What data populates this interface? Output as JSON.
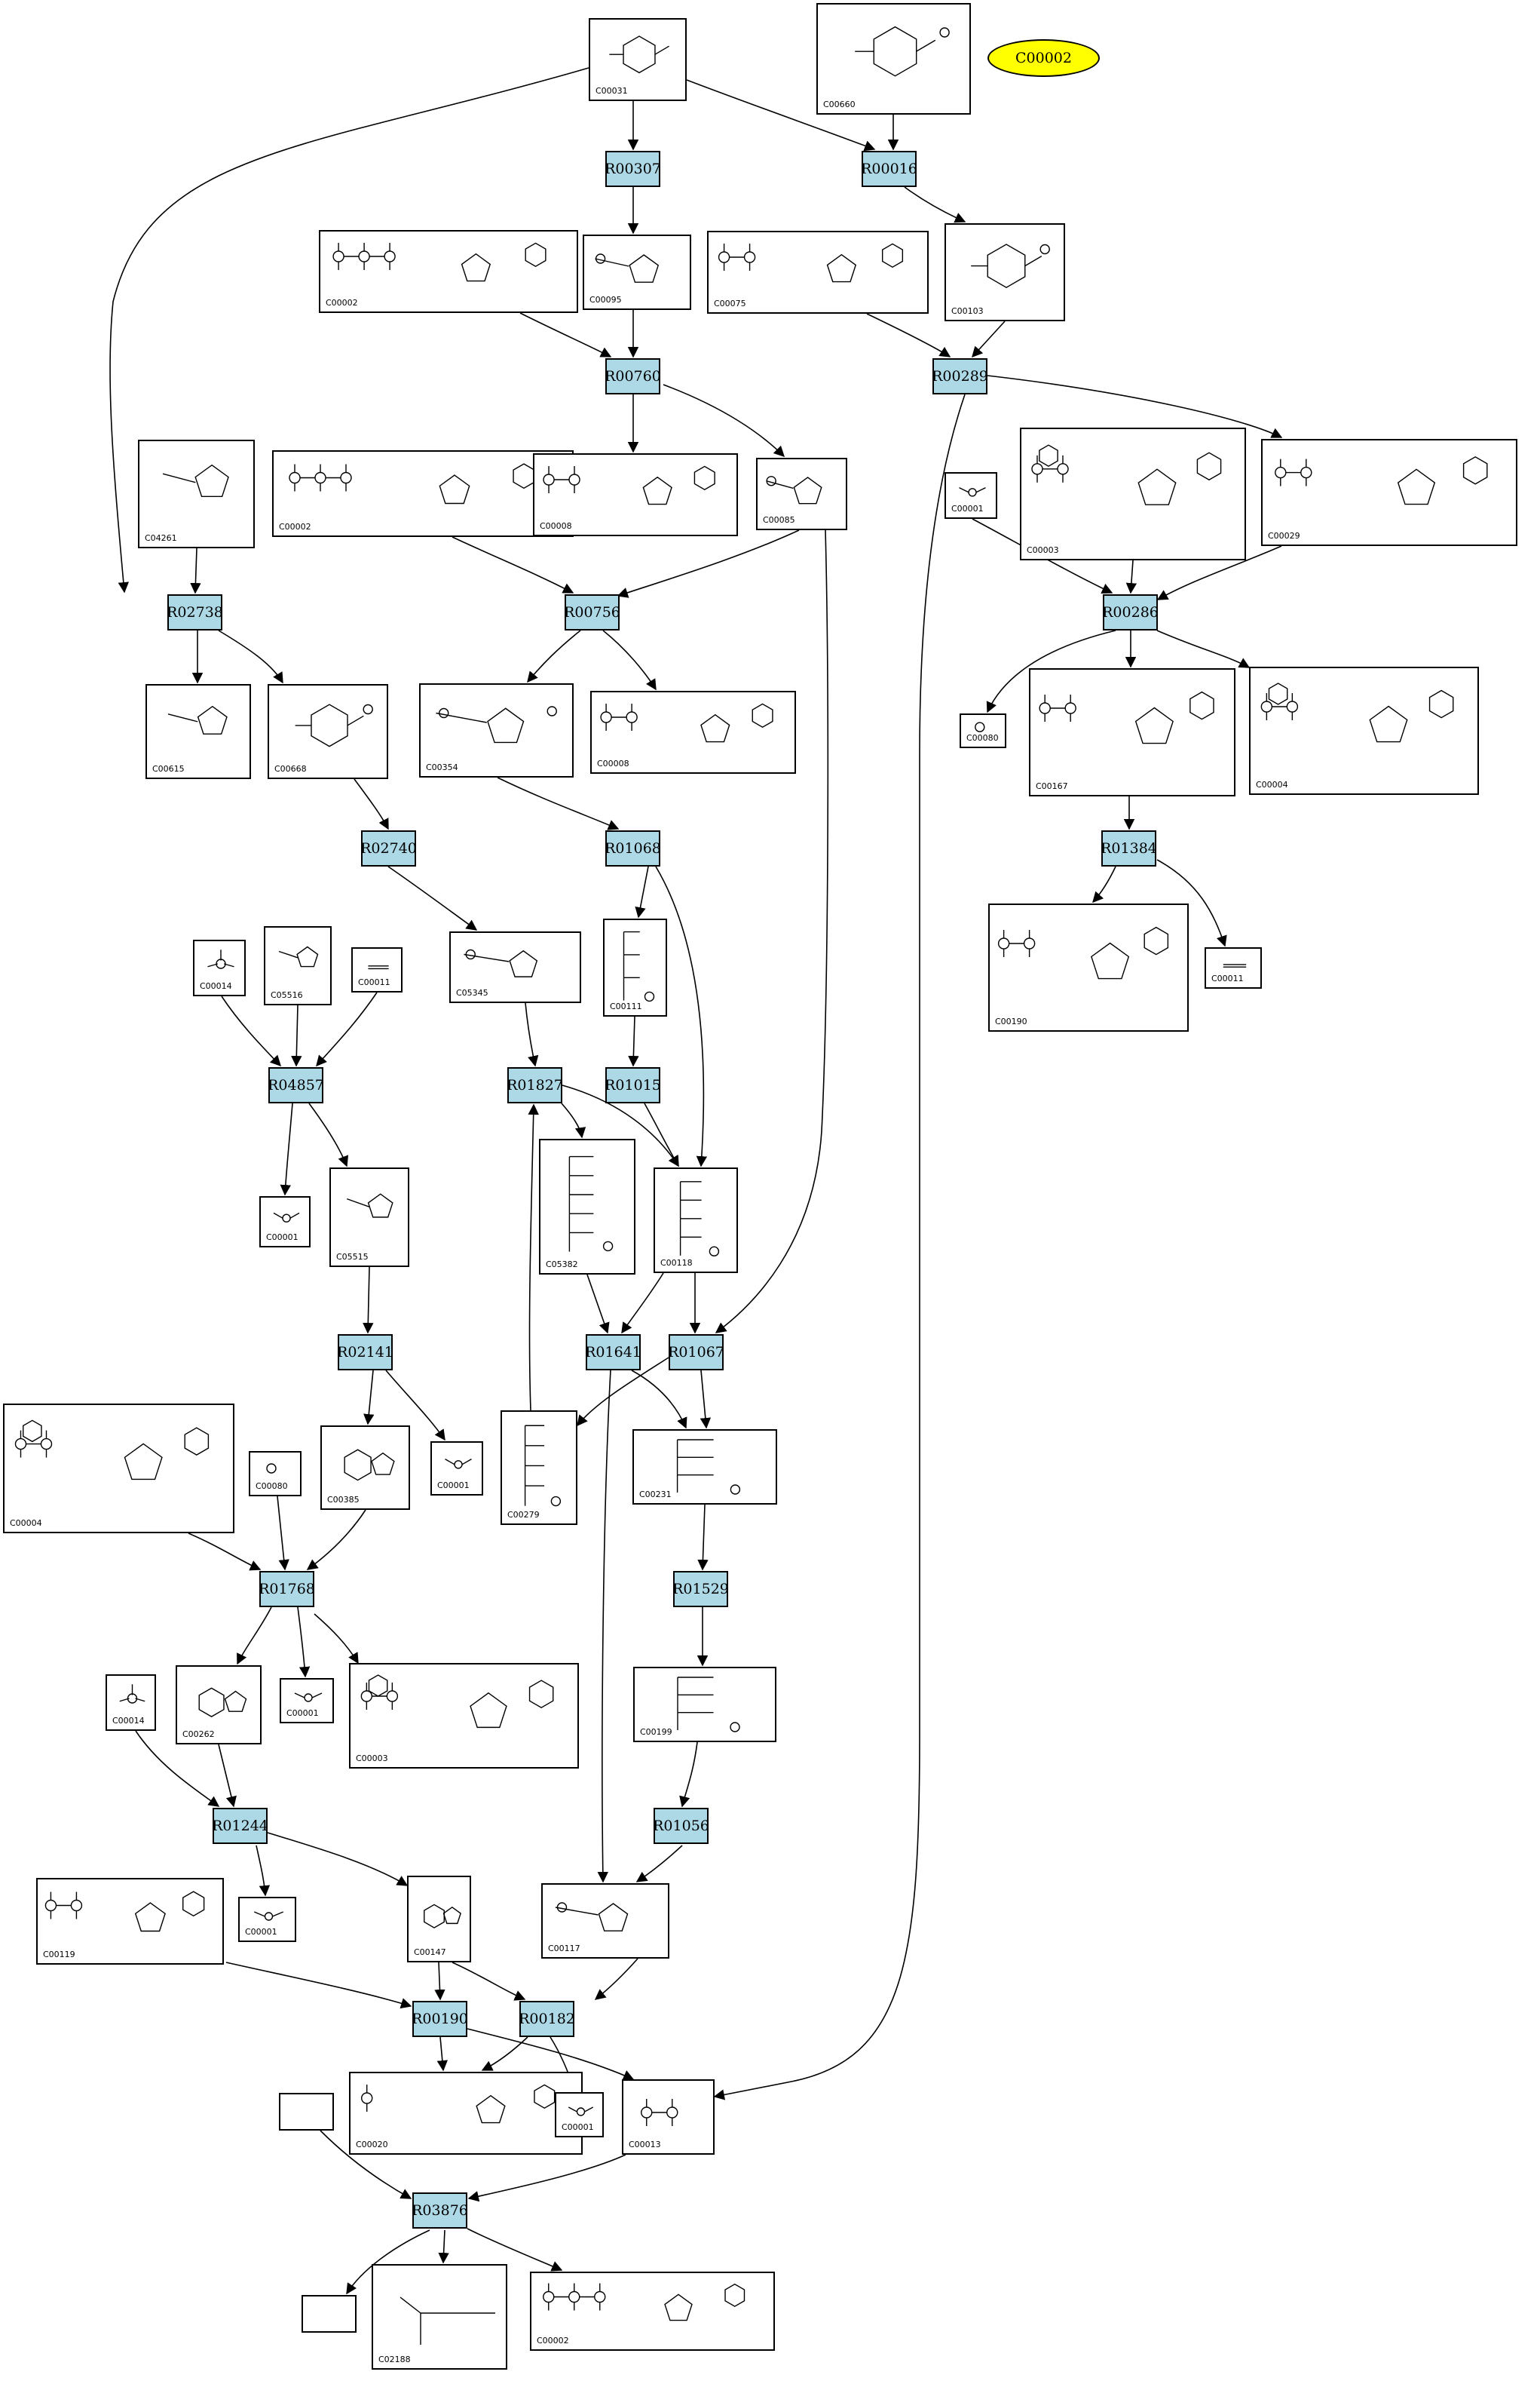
{
  "legend": {
    "label": "C00002",
    "color": "#ffff00"
  },
  "colors": {
    "reaction": "#add8e6",
    "edge": "#000000",
    "compound_border": "#000000"
  },
  "reactions": [
    {
      "id": "R00307",
      "label": "R00307"
    },
    {
      "id": "R00016",
      "label": "R00016"
    },
    {
      "id": "R00760",
      "label": "R00760"
    },
    {
      "id": "R00289",
      "label": "R00289"
    },
    {
      "id": "R02738",
      "label": "R02738"
    },
    {
      "id": "R00756",
      "label": "R00756"
    },
    {
      "id": "R00286",
      "label": "R00286"
    },
    {
      "id": "R02740",
      "label": "R02740"
    },
    {
      "id": "R01068",
      "label": "R01068"
    },
    {
      "id": "R01384",
      "label": "R01384"
    },
    {
      "id": "R04857",
      "label": "R04857"
    },
    {
      "id": "R01827",
      "label": "R01827"
    },
    {
      "id": "R01015",
      "label": "R01015"
    },
    {
      "id": "R02141",
      "label": "R02141"
    },
    {
      "id": "R01641",
      "label": "R01641"
    },
    {
      "id": "R01067",
      "label": "R01067"
    },
    {
      "id": "R01768",
      "label": "R01768"
    },
    {
      "id": "R01529",
      "label": "R01529"
    },
    {
      "id": "R01244",
      "label": "R01244"
    },
    {
      "id": "R01056",
      "label": "R01056"
    },
    {
      "id": "R00190",
      "label": "R00190"
    },
    {
      "id": "R00182",
      "label": "R00182"
    },
    {
      "id": "R03876",
      "label": "R03876"
    }
  ],
  "compounds": [
    {
      "id": "n1",
      "code": "C00031",
      "icon": "hexose-ring"
    },
    {
      "id": "n2",
      "code": "C00660",
      "icon": "hexose-bisphosphate"
    },
    {
      "id": "n3",
      "code": "C00002",
      "icon": "atp"
    },
    {
      "id": "n4",
      "code": "C00095",
      "icon": "furanose"
    },
    {
      "id": "n5",
      "code": "C00075",
      "icon": "udp-sugar"
    },
    {
      "id": "n6",
      "code": "C00103",
      "icon": "hexose-phosphate"
    },
    {
      "id": "n7",
      "code": "C04261",
      "icon": "histidine-derivative"
    },
    {
      "id": "n8",
      "code": "C00002",
      "icon": "atp"
    },
    {
      "id": "n9",
      "code": "C00008",
      "icon": "adp"
    },
    {
      "id": "n10",
      "code": "C00085",
      "icon": "furanose-phosphate"
    },
    {
      "id": "n11",
      "code": "C00001",
      "icon": "water"
    },
    {
      "id": "n12",
      "code": "C00003",
      "icon": "nad"
    },
    {
      "id": "n13",
      "code": "C00029",
      "icon": "udp-sugar"
    },
    {
      "id": "n14",
      "code": "C00615",
      "icon": "histidine-derivative"
    },
    {
      "id": "n15",
      "code": "C00668",
      "icon": "hexose-phosphate"
    },
    {
      "id": "n16",
      "code": "C00354",
      "icon": "furanose-bisphosphate"
    },
    {
      "id": "n17",
      "code": "C00008",
      "icon": "adp"
    },
    {
      "id": "n18",
      "code": "C00080",
      "icon": "proton"
    },
    {
      "id": "n19",
      "code": "C00167",
      "icon": "udp-sugar"
    },
    {
      "id": "n20",
      "code": "C00004",
      "icon": "nadh"
    },
    {
      "id": "n21",
      "code": "C00111",
      "icon": "triose-phosphate"
    },
    {
      "id": "n22",
      "code": "C00014",
      "icon": "ammonia"
    },
    {
      "id": "n23",
      "code": "C05516",
      "icon": "imidazole"
    },
    {
      "id": "n24",
      "code": "C00011",
      "icon": "co2"
    },
    {
      "id": "n25",
      "code": "C05345",
      "icon": "furanose-phosphate"
    },
    {
      "id": "n26",
      "code": "C00190",
      "icon": "udp-sugar"
    },
    {
      "id": "n27",
      "code": "C00011",
      "icon": "co2"
    },
    {
      "id": "n28",
      "code": "C00001",
      "icon": "water"
    },
    {
      "id": "n29",
      "code": "C05515",
      "icon": "imidazole"
    },
    {
      "id": "n30",
      "code": "C05382",
      "icon": "sugar-chain-phosphate"
    },
    {
      "id": "n31",
      "code": "C00118",
      "icon": "triose-phosphate"
    },
    {
      "id": "n32",
      "code": "C00004",
      "icon": "nadh"
    },
    {
      "id": "n33",
      "code": "C00080",
      "icon": "proton"
    },
    {
      "id": "n34",
      "code": "C00385",
      "icon": "purine"
    },
    {
      "id": "n35",
      "code": "C00001",
      "icon": "water"
    },
    {
      "id": "n36",
      "code": "C00279",
      "icon": "sugar-chain-phosphate"
    },
    {
      "id": "n37",
      "code": "C00231",
      "icon": "sugar-chain-phosphate"
    },
    {
      "id": "n38",
      "code": "C00014",
      "icon": "ammonia"
    },
    {
      "id": "n39",
      "code": "C00262",
      "icon": "purine"
    },
    {
      "id": "n40",
      "code": "C00001",
      "icon": "water"
    },
    {
      "id": "n41",
      "code": "C00003",
      "icon": "nad"
    },
    {
      "id": "n42",
      "code": "C00199",
      "icon": "sugar-chain-phosphate"
    },
    {
      "id": "n43",
      "code": "C00119",
      "icon": "prpp"
    },
    {
      "id": "n44",
      "code": "C00001",
      "icon": "water"
    },
    {
      "id": "n45",
      "code": "C00147",
      "icon": "adenine"
    },
    {
      "id": "n46",
      "code": "C00117",
      "icon": "furanose-phosphate"
    },
    {
      "id": "n47",
      "code": "C00020",
      "icon": "amp"
    },
    {
      "id": "n48",
      "code": "C00001",
      "icon": "water"
    },
    {
      "id": "n49",
      "code": "C00013",
      "icon": "pyrophosphate"
    },
    {
      "id": "n50",
      "code": "",
      "icon": "empty"
    },
    {
      "id": "n51",
      "code": "",
      "icon": "empty"
    },
    {
      "id": "n52",
      "code": "C02188",
      "icon": "lysine-derivative"
    },
    {
      "id": "n53",
      "code": "C00002",
      "icon": "atp"
    }
  ]
}
